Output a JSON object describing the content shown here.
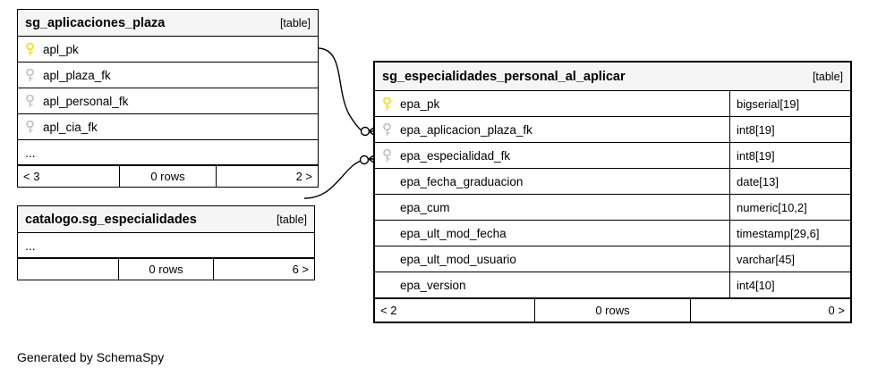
{
  "diagram": {
    "credit": "Generated by SchemaSpy",
    "tables": [
      {
        "id": "sg_aplicaciones_plaza",
        "title": "sg_aplicaciones_plaza",
        "tag": "[table]",
        "columns": [
          {
            "name": "apl_pk",
            "icon": "primary-key-icon",
            "type": ""
          },
          {
            "name": "apl_plaza_fk",
            "icon": "foreign-key-icon",
            "type": ""
          },
          {
            "name": "apl_personal_fk",
            "icon": "foreign-key-icon",
            "type": ""
          },
          {
            "name": "apl_cia_fk",
            "icon": "foreign-key-icon",
            "type": ""
          }
        ],
        "ellipsis": "...",
        "footer": {
          "left": "< 3",
          "middle": "0 rows",
          "right": "2 >"
        }
      },
      {
        "id": "catalogo.sg_especialidades",
        "title": "catalogo.sg_especialidades",
        "tag": "[table]",
        "columns": [],
        "ellipsis": "...",
        "footer": {
          "left": "",
          "middle": "0 rows",
          "right": "6 >"
        }
      },
      {
        "id": "sg_especialidades_personal_al_aplicar",
        "title": "sg_especialidades_personal_al_aplicar",
        "tag": "[table]",
        "columns": [
          {
            "name": "epa_pk",
            "icon": "primary-key-icon",
            "type": "bigserial[19]"
          },
          {
            "name": "epa_aplicacion_plaza_fk",
            "icon": "foreign-key-icon",
            "type": "int8[19]"
          },
          {
            "name": "epa_especialidad_fk",
            "icon": "foreign-key-icon",
            "type": "int8[19]"
          },
          {
            "name": "epa_fecha_graduacion",
            "icon": "none",
            "type": "date[13]"
          },
          {
            "name": "epa_cum",
            "icon": "none",
            "type": "numeric[10,2]"
          },
          {
            "name": "epa_ult_mod_fecha",
            "icon": "none",
            "type": "timestamp[29,6]"
          },
          {
            "name": "epa_ult_mod_usuario",
            "icon": "none",
            "type": "varchar[45]"
          },
          {
            "name": "epa_version",
            "icon": "none",
            "type": "int4[10]"
          }
        ],
        "ellipsis": "",
        "footer": {
          "left": "< 2",
          "middle": "0 rows",
          "right": "0 >"
        }
      }
    ],
    "colors": {
      "primary_key_icon": "#efe32c",
      "foreign_key_icon": "#d8d8d8",
      "header_background": "#f5f5f5",
      "border": "#000000",
      "background": "#ffffff"
    }
  }
}
